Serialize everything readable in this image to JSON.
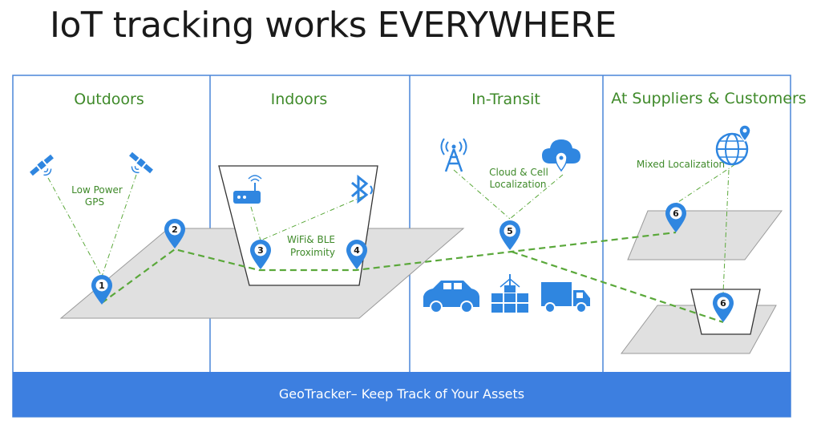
{
  "title": "IoT tracking works EVERYWHERE",
  "sections": [
    {
      "heading": "Outdoors"
    },
    {
      "heading": "Indoors"
    },
    {
      "heading": "In-Transit"
    },
    {
      "heading": "At Suppliers & Customers"
    }
  ],
  "annotations": {
    "outdoor_line1": "Low Power",
    "outdoor_line2": "GPS",
    "indoor_line1": "WiFi& BLE",
    "indoor_line2": "Proximity",
    "transit_line1": "Cloud & Cell",
    "transit_line2": "Localization",
    "mixed": "Mixed Localization"
  },
  "pins": [
    {
      "id": "pin-1",
      "label": "1"
    },
    {
      "id": "pin-2",
      "label": "2"
    },
    {
      "id": "pin-3",
      "label": "3"
    },
    {
      "id": "pin-4",
      "label": "4"
    },
    {
      "id": "pin-5",
      "label": "5"
    },
    {
      "id": "pin-6a",
      "label": "6"
    },
    {
      "id": "pin-6b",
      "label": "6"
    }
  ],
  "footer": "GeoTracker– Keep Track of Your Assets",
  "colors": {
    "pin_blue": "#2f86e0",
    "section_border": "#4a86d8",
    "footer_bg": "#3d7fe0",
    "heading_green": "#3f8a2a",
    "path_green": "#5aa83a",
    "floor_gray": "#e0e0e0"
  },
  "icons": [
    "satellite-icon",
    "router-icon",
    "bluetooth-icon",
    "cell-tower-icon",
    "cloud-location-icon",
    "globe-location-icon",
    "car-icon",
    "cargo-crane-icon",
    "truck-icon"
  ]
}
